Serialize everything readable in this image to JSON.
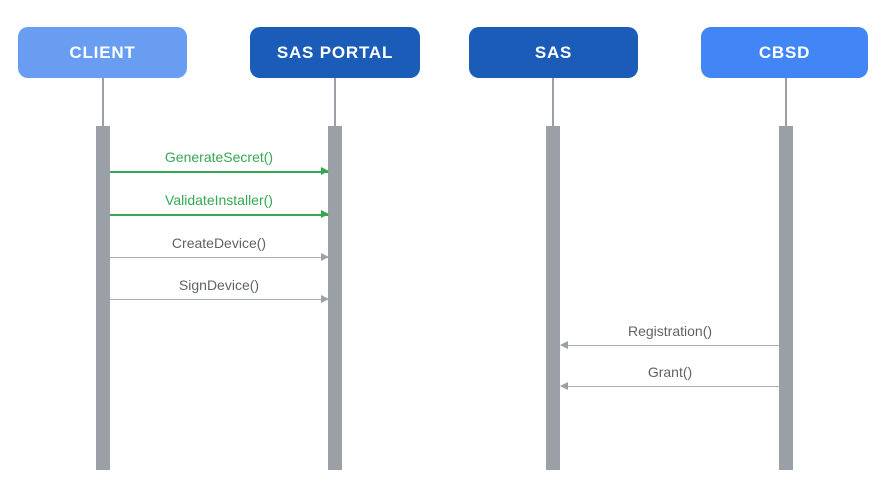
{
  "actors": [
    {
      "label": "CLIENT",
      "color": "#699DF2"
    },
    {
      "label": "SAS PORTAL",
      "color": "#1B5CB8"
    },
    {
      "label": "SAS",
      "color": "#1B5CB8"
    },
    {
      "label": "CBSD",
      "color": "#4285F4"
    }
  ],
  "messages": [
    {
      "label": "GenerateSecret()",
      "from": "CLIENT",
      "to": "SAS PORTAL",
      "direction": "right",
      "color": "#34A853"
    },
    {
      "label": "ValidateInstaller()",
      "from": "CLIENT",
      "to": "SAS PORTAL",
      "direction": "right",
      "color": "#34A853"
    },
    {
      "label": "CreateDevice()",
      "from": "CLIENT",
      "to": "SAS PORTAL",
      "direction": "right",
      "color": "#9AA0A6"
    },
    {
      "label": "SignDevice()",
      "from": "CLIENT",
      "to": "SAS PORTAL",
      "direction": "right",
      "color": "#9AA0A6"
    },
    {
      "label": "Registration()",
      "from": "CBSD",
      "to": "SAS",
      "direction": "left",
      "color": "#9AA0A6"
    },
    {
      "label": "Grant()",
      "from": "CBSD",
      "to": "SAS",
      "direction": "left",
      "color": "#9AA0A6"
    }
  ],
  "palette": {
    "background": "#FFFFFF",
    "lifeline_gray": "#9AA0A6",
    "message_text_gray": "#5F6368",
    "message_green": "#34A853"
  }
}
